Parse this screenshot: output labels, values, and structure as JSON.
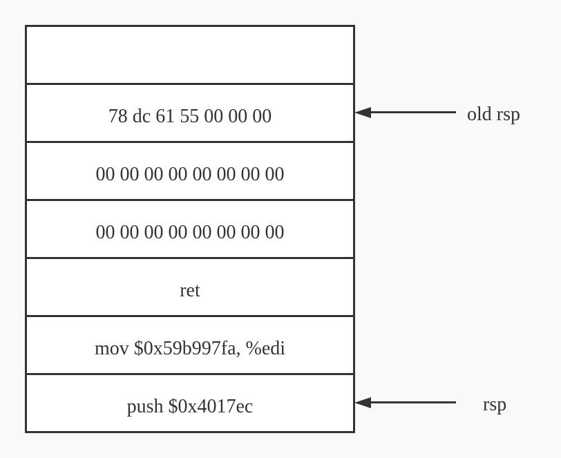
{
  "stack": {
    "cells": [
      {
        "label": ""
      },
      {
        "label": "78 dc 61 55 00 00 00"
      },
      {
        "label": "00 00 00 00 00 00 00 00"
      },
      {
        "label": "00 00 00 00 00 00 00 00"
      },
      {
        "label": "ret"
      },
      {
        "label": "mov $0x59b997fa, %edi"
      },
      {
        "label": "push $0x4017ec"
      }
    ]
  },
  "pointers": {
    "old_rsp": {
      "label": "old rsp"
    },
    "rsp": {
      "label": "rsp"
    }
  },
  "colors": {
    "stroke": "#333333",
    "cell_fill": "#ffffff",
    "background": "#f9f9f9"
  }
}
